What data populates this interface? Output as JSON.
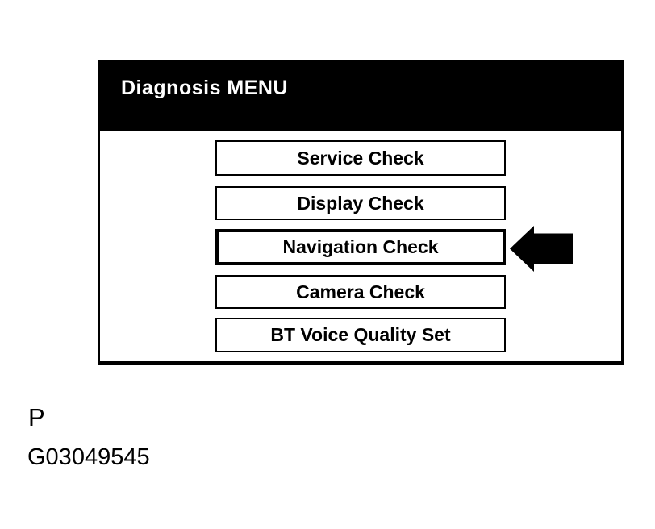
{
  "screen": {
    "title": "Diagnosis MENU",
    "menu_items": [
      {
        "label": "Service Check",
        "selected": false
      },
      {
        "label": "Display Check",
        "selected": false
      },
      {
        "label": "Navigation Check",
        "selected": true
      },
      {
        "label": "Camera Check",
        "selected": false
      },
      {
        "label": "BT Voice Quality Set",
        "selected": false
      }
    ]
  },
  "annotation": {
    "pointer_icon": "arrow-left-icon",
    "pointer_target": "Navigation Check",
    "caption_letter": "P",
    "figure_id": "G03049545"
  },
  "colors": {
    "page_bg": "#ffffff",
    "header_bg": "#000000",
    "header_text": "#ffffff",
    "button_bg": "#ffffff",
    "button_border": "#000000",
    "button_text": "#000000",
    "arrow": "#000000"
  }
}
